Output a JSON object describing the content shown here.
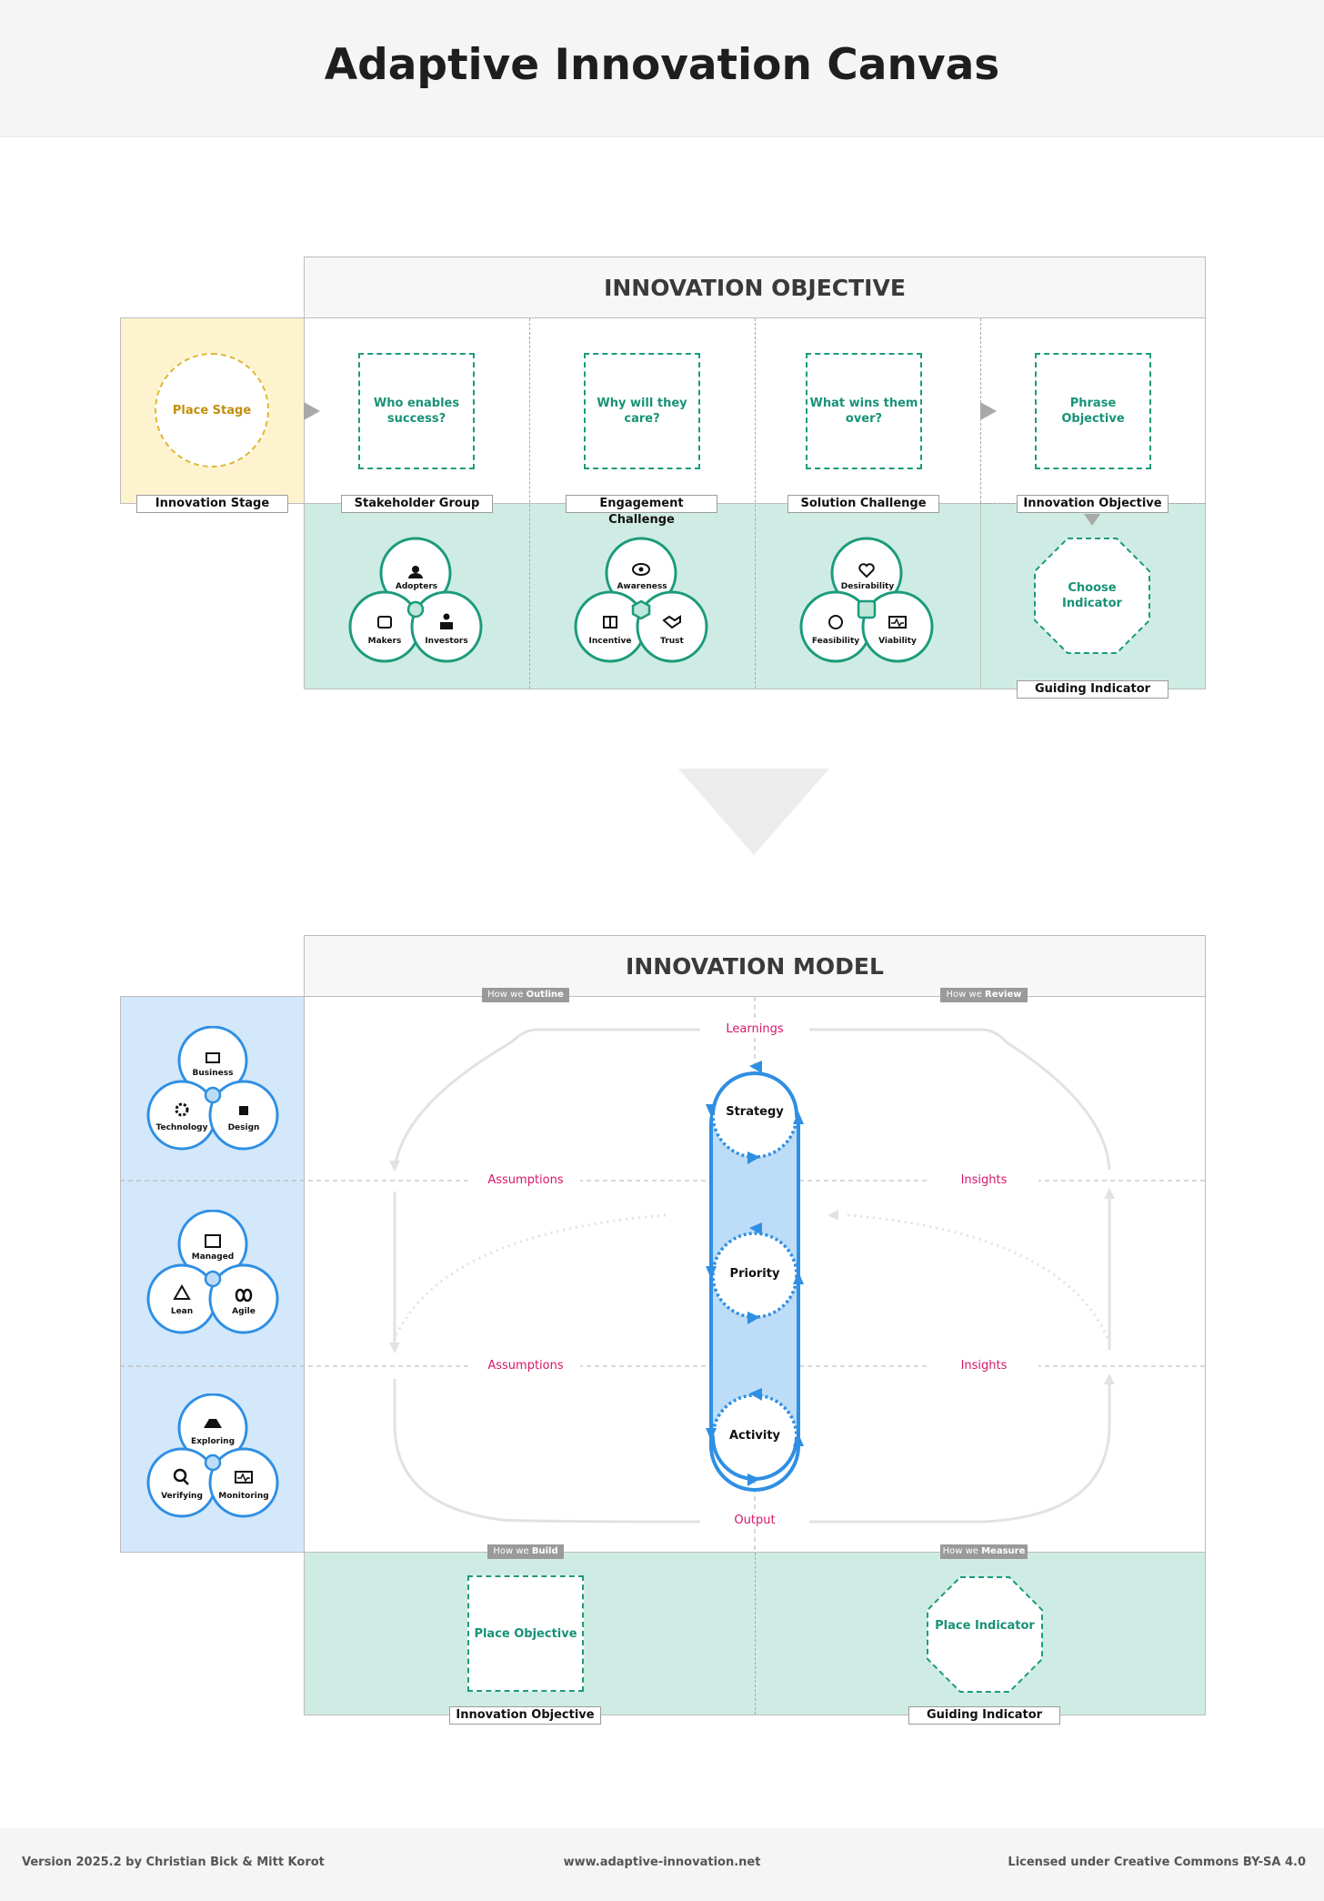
{
  "title": "Adaptive Innovation Canvas",
  "objective": {
    "header": "INNOVATION OBJECTIVE",
    "stage": {
      "placeholder": "Place Stage",
      "label": "Innovation Stage"
    },
    "columns": [
      {
        "question": "Who enables success?",
        "label": "Stakeholder Group",
        "circles": [
          "Adopters",
          "Makers",
          "Investors"
        ]
      },
      {
        "question": "Why will they care?",
        "label": "Engagement Challenge",
        "circles": [
          "Awareness",
          "Incentive",
          "Trust"
        ]
      },
      {
        "question": "What wins them over?",
        "label": "Solution Challenge",
        "circles": [
          "Desirability",
          "Feasibility",
          "Viability"
        ]
      },
      {
        "question": "Phrase Objective",
        "label": "Innovation Objective"
      }
    ],
    "indicator": {
      "placeholder": "Choose Indicator",
      "label": "Guiding Indicator"
    }
  },
  "model": {
    "header": "INNOVATION MODEL",
    "side_groups": [
      {
        "circles": [
          "Business",
          "Technology",
          "Design"
        ]
      },
      {
        "circles": [
          "Managed",
          "Lean",
          "Agile"
        ]
      },
      {
        "circles": [
          "Exploring",
          "Verifying",
          "Monitoring"
        ]
      }
    ],
    "tags": {
      "outline": {
        "prefix": "How we",
        "bold": "Outline"
      },
      "review": {
        "prefix": "How we",
        "bold": "Review"
      },
      "build": {
        "prefix": "How we",
        "bold": "Build"
      },
      "measure": {
        "prefix": "How we",
        "bold": "Measure"
      }
    },
    "loop": {
      "learnings": "Learnings",
      "assumptions_upper": "Assumptions",
      "assumptions_lower": "Assumptions",
      "insights_upper": "Insights",
      "insights_lower": "Insights",
      "output": "Output"
    },
    "pillar": [
      "Strategy",
      "Priority",
      "Activity"
    ],
    "bottom": {
      "objective_placeholder": "Place Objective",
      "objective_label": "Innovation Objective",
      "indicator_placeholder": "Place Indicator",
      "indicator_label": "Guiding Indicator"
    }
  },
  "footer": {
    "version": "Version 2025.2 by Christian Bick & Mitt Korot",
    "url": "www.adaptive-innovation.net",
    "license": "Licensed under Creative Commons BY-SA 4.0"
  },
  "colors": {
    "green": "#1c9b7c",
    "green_bg": "#cfece4",
    "yellow_bg": "#fdf4cf",
    "blue": "#2f8fe3",
    "blue_bg": "#d3e8fa",
    "magenta": "#d6186a"
  }
}
